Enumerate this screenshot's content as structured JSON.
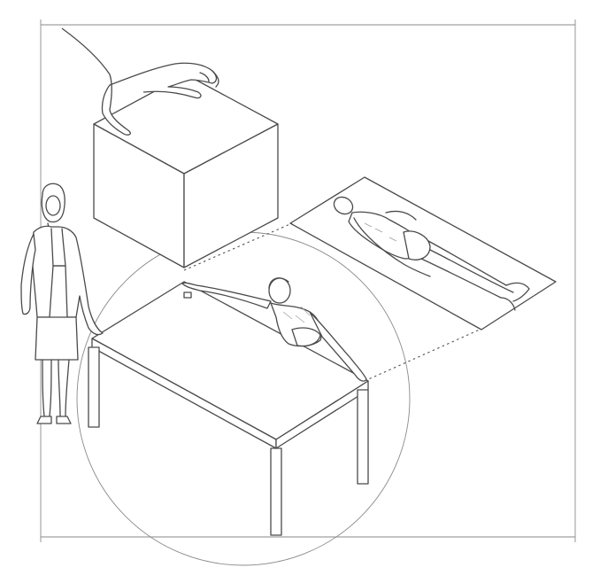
{
  "illustration": {
    "style": "isometric pencil line drawing",
    "stroke_color": "#4a4a4a",
    "background_color": "#ffffff",
    "figures": [
      "hand-icon",
      "cube",
      "standing-woman",
      "table",
      "reaching-figure",
      "reclining-figure",
      "floor-plane",
      "reach-circle"
    ]
  }
}
